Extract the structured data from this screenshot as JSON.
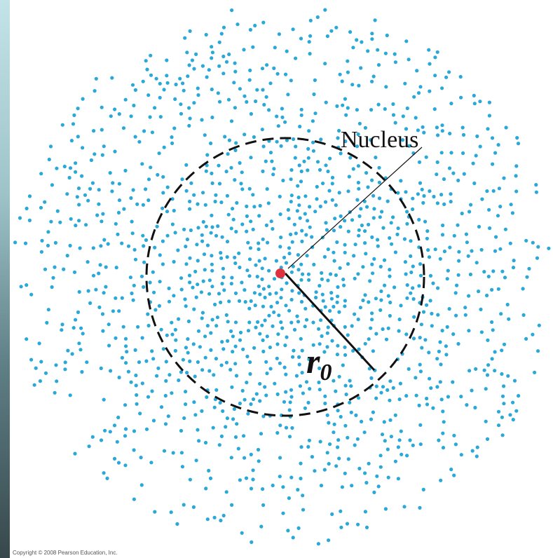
{
  "diagram": {
    "label_nucleus": "Nucleus",
    "label_radius": "r",
    "label_radius_subscript": "0",
    "copyright": "Copyright © 2008 Pearson Education, Inc.",
    "colors": {
      "electron_dot": "#2aa8d8",
      "nucleus": "#e0323e",
      "boundary": "#111111"
    },
    "icons": {
      "electron_cloud": "dot-cloud",
      "nucleus": "red-dot",
      "boundary": "dashed-circle"
    }
  }
}
